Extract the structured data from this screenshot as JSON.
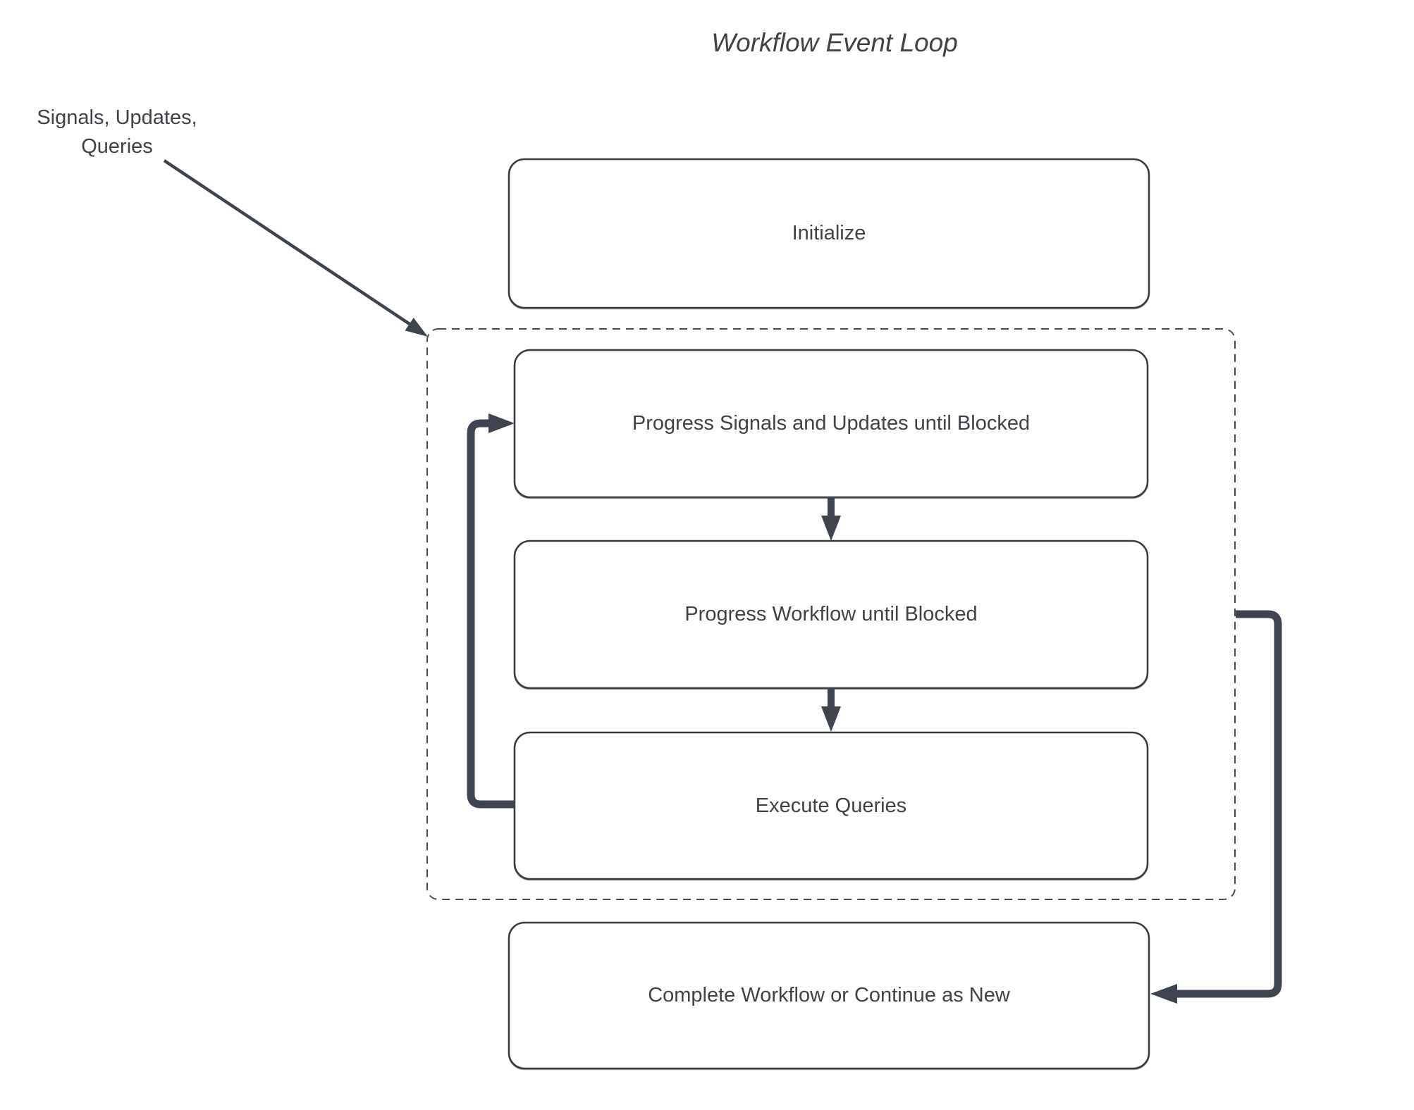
{
  "title": "Workflow Event Loop",
  "external_input": {
    "line1": "Signals, Updates,",
    "line2": "Queries"
  },
  "nodes": {
    "initialize": {
      "label": "Initialize"
    },
    "progress_signals": {
      "label": "Progress Signals and Updates until Blocked"
    },
    "progress_workflow": {
      "label": "Progress Workflow until Blocked"
    },
    "execute_queries": {
      "label": "Execute Queries"
    },
    "complete": {
      "label": "Complete Workflow or Continue as New"
    }
  },
  "edges": [
    {
      "from": "external-input",
      "to": "event-loop-container",
      "style": "thin-arrow"
    },
    {
      "from": "progress_signals",
      "to": "progress_workflow",
      "style": "arrow-down"
    },
    {
      "from": "progress_workflow",
      "to": "execute_queries",
      "style": "arrow-down"
    },
    {
      "from": "execute_queries",
      "to": "progress_signals",
      "style": "thick-loop-arrow"
    },
    {
      "from": "event-loop-container",
      "to": "complete",
      "style": "thick-arrow"
    }
  ],
  "colors": {
    "background": "#ffffff",
    "text": "#3f4347",
    "node_border": "#3a3d40",
    "dashed_border": "#4a4c4e",
    "arrow": "#3e4450"
  }
}
